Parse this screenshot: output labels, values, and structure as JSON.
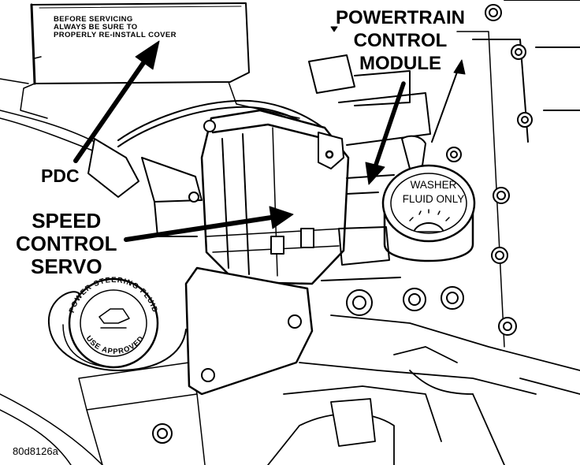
{
  "labels": {
    "powertrain_control_module": [
      "POWERTRAIN",
      "CONTROL",
      "MODULE"
    ],
    "pdc": "PDC",
    "speed_control_servo": [
      "SPEED",
      "CONTROL",
      "SERVO"
    ]
  },
  "cover_warning": [
    "BEFORE SERVICING",
    "ALWAYS BE SURE TO",
    "PROPERLY RE-INSTALL COVER"
  ],
  "washer_cap": [
    "WASHER",
    "FLUID ONLY"
  ],
  "power_steering_cap": {
    "top": "POWER STEERING FLUID",
    "bottom": "USE APPROVED"
  },
  "figure_id": "80d8126a",
  "colors": {
    "ink": "#000000",
    "paper": "#ffffff"
  }
}
